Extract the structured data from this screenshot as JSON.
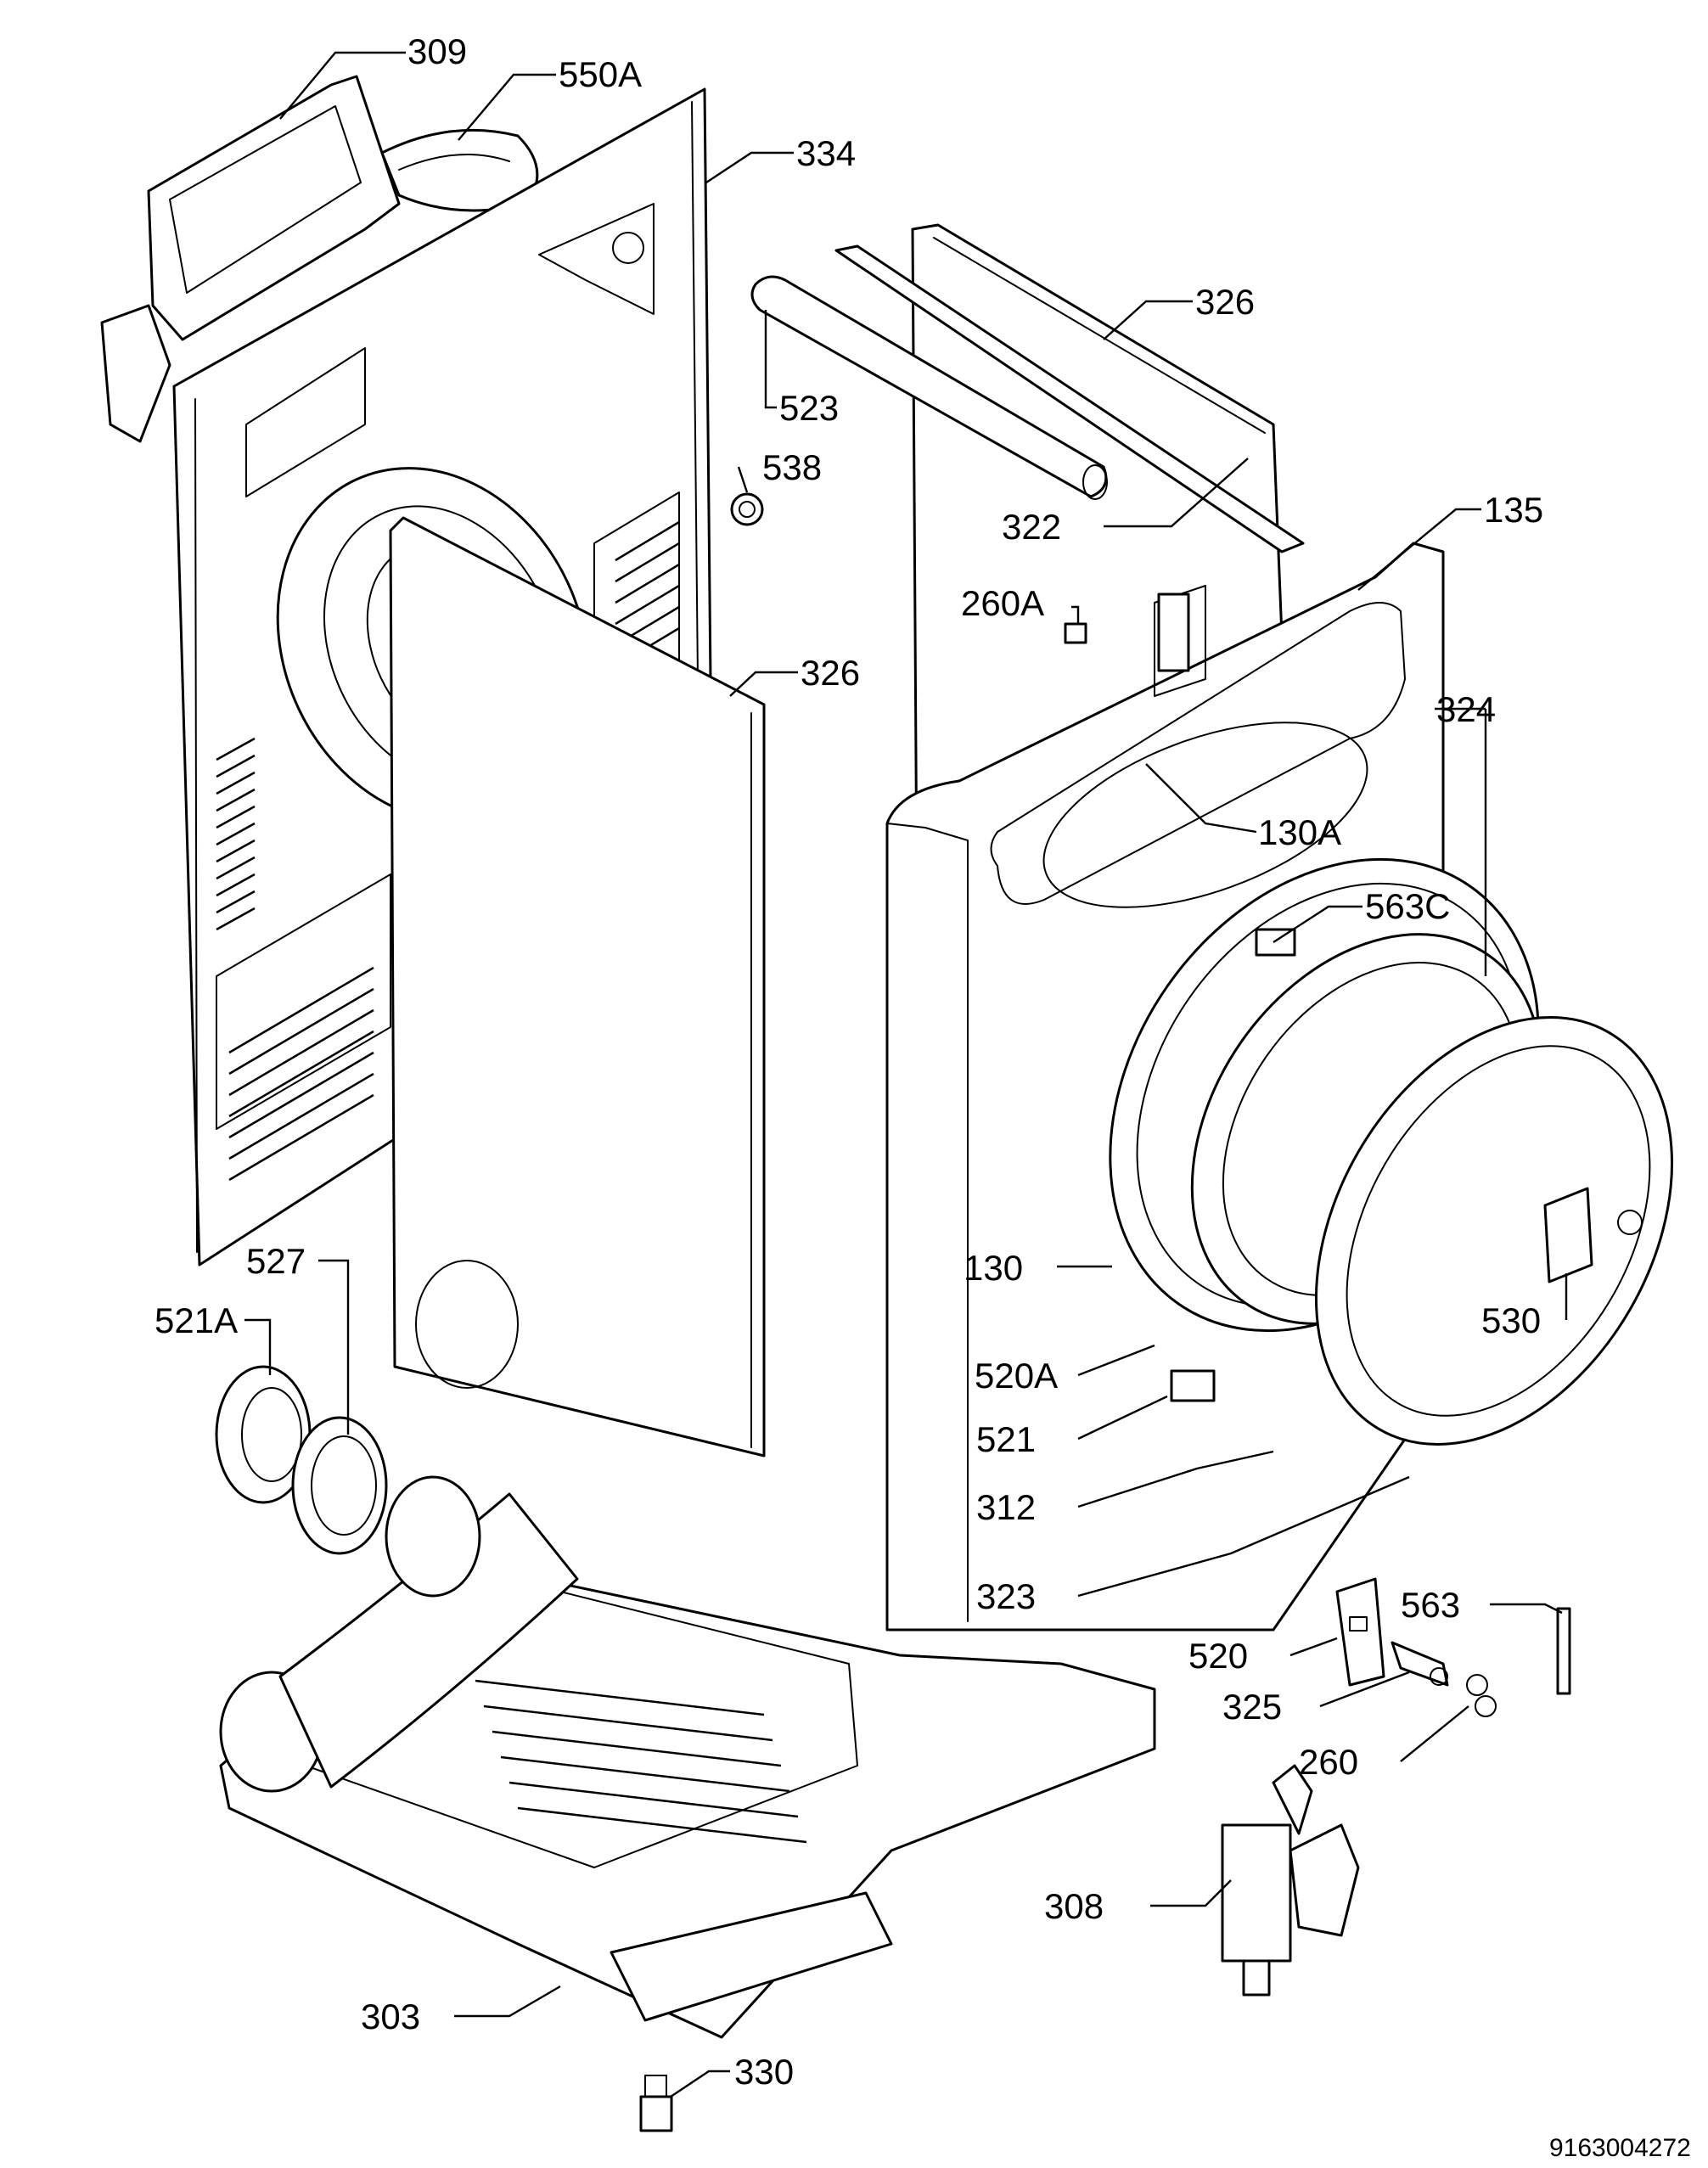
{
  "drawing_code": "9163004272",
  "part_labels": {
    "p309": "309",
    "p550A": "550A",
    "p334": "334",
    "p326_top": "326",
    "p523": "523",
    "p538": "538",
    "p322": "322",
    "p135": "135",
    "p260A": "260A",
    "p326_mid": "326",
    "p324": "324",
    "p130A": "130A",
    "p563C": "563C",
    "p527": "527",
    "p521A": "521A",
    "p130": "130",
    "p530": "530",
    "p520A": "520A",
    "p521": "521",
    "p312": "312",
    "p323": "323",
    "p563": "563",
    "p520": "520",
    "p325": "325",
    "p260": "260",
    "p308": "308",
    "p303": "303",
    "p330": "330"
  }
}
